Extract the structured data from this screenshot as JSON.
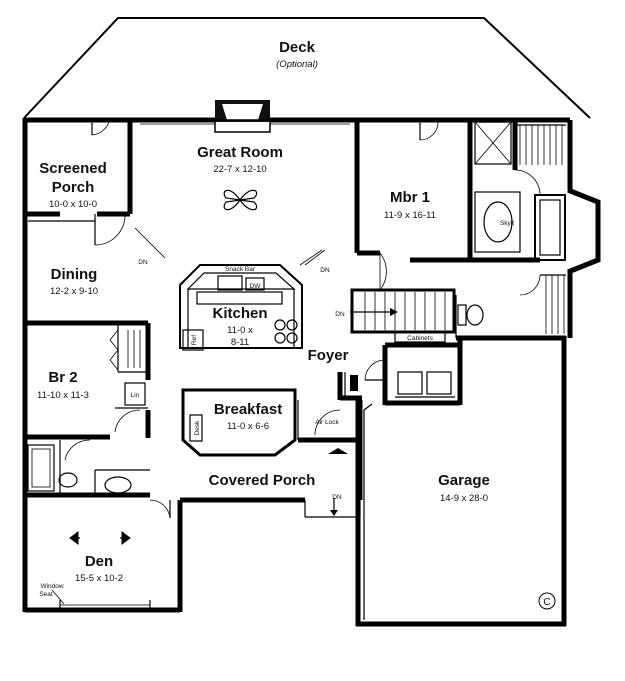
{
  "rooms": {
    "deck": {
      "name": "Deck",
      "note": "(Optional)"
    },
    "great_room": {
      "name": "Great Room",
      "dim": "22-7 x 12-10"
    },
    "screened_porch": {
      "name_line1": "Screened",
      "name_line2": "Porch",
      "dim": "10-0 x 10-0"
    },
    "mbr1": {
      "name": "Mbr 1",
      "dim": "11-9 x 16-11"
    },
    "dining": {
      "name": "Dining",
      "dim": "12-2 x 9-10"
    },
    "kitchen": {
      "name": "Kitchen",
      "dim_line1": "11-0 x",
      "dim_line2": "8-11"
    },
    "foyer": {
      "name": "Foyer"
    },
    "br2": {
      "name": "Br 2",
      "dim": "11-10 x 11-3"
    },
    "breakfast": {
      "name": "Breakfast",
      "dim": "11-0 x 6-6"
    },
    "covered_porch": {
      "name": "Covered Porch"
    },
    "garage": {
      "name": "Garage",
      "dim": "14-9 x 28-0"
    },
    "den": {
      "name": "Den",
      "dim": "15-5 x 10-2"
    }
  },
  "labels": {
    "snack_bar": "Snack Bar",
    "dw": "DW",
    "ref": "Ref",
    "lin": "Lin",
    "desk": "Desk",
    "air_lock": "Air Lock",
    "cabinets": "Cabinets",
    "skylt": "Skylt",
    "dn": "DN",
    "window_seat_line1": "Window",
    "window_seat_line2": "Seat",
    "copyright": "C"
  }
}
